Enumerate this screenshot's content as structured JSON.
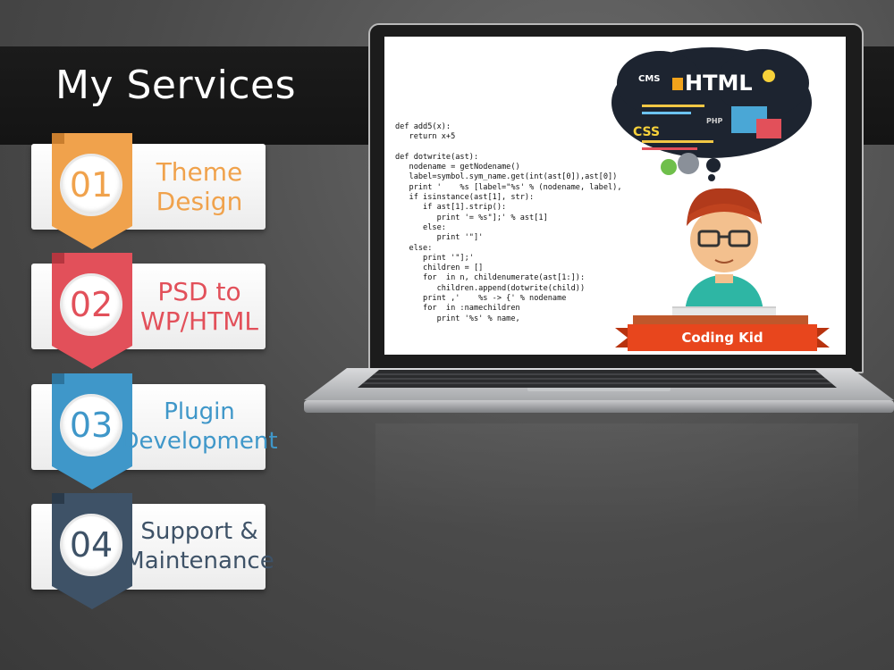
{
  "header": {
    "title": "My Services"
  },
  "services": [
    {
      "number": "01",
      "label": "Theme\nDesign",
      "color": "#f0a24c"
    },
    {
      "number": "02",
      "label": "PSD to\nWP/HTML",
      "color": "#e2505a"
    },
    {
      "number": "03",
      "label": "Plugin\nDevelopment",
      "color": "#3f97c9"
    },
    {
      "number": "04",
      "label": "Support &\nMaintenance",
      "color": "#3e5267"
    }
  ],
  "laptop_screen": {
    "code_lines": [
      "def add5(x):",
      "   return x+5",
      "",
      "def dotwrite(ast):",
      "   nodename = getNodename()",
      "   label=symbol.sym_name.get(int(ast[0]),ast[0])",
      "   print '    %s [label=\"%s' % (nodename, label),",
      "   if isinstance(ast[1], str):",
      "      if ast[1].strip():",
      "         print '= %s\"];' % ast[1]",
      "      else:",
      "         print '\"]'",
      "   else:",
      "      print '\"];'",
      "      children = []",
      "      for  in n, childenumerate(ast[1:]):",
      "         children.append(dotwrite(child))",
      "      print ,'    %s -> {' % nodename",
      "      for  in :namechildren",
      "         print '%s' % name,"
    ],
    "cloud_words": {
      "html": "HTML",
      "cms": "CMS",
      "css": "CSS",
      "php": "PHP"
    },
    "banner_text": "Coding Kid"
  },
  "colors": {
    "banner": "#e8461d",
    "desk": "#c0572b",
    "cloud": "#1d2430"
  }
}
